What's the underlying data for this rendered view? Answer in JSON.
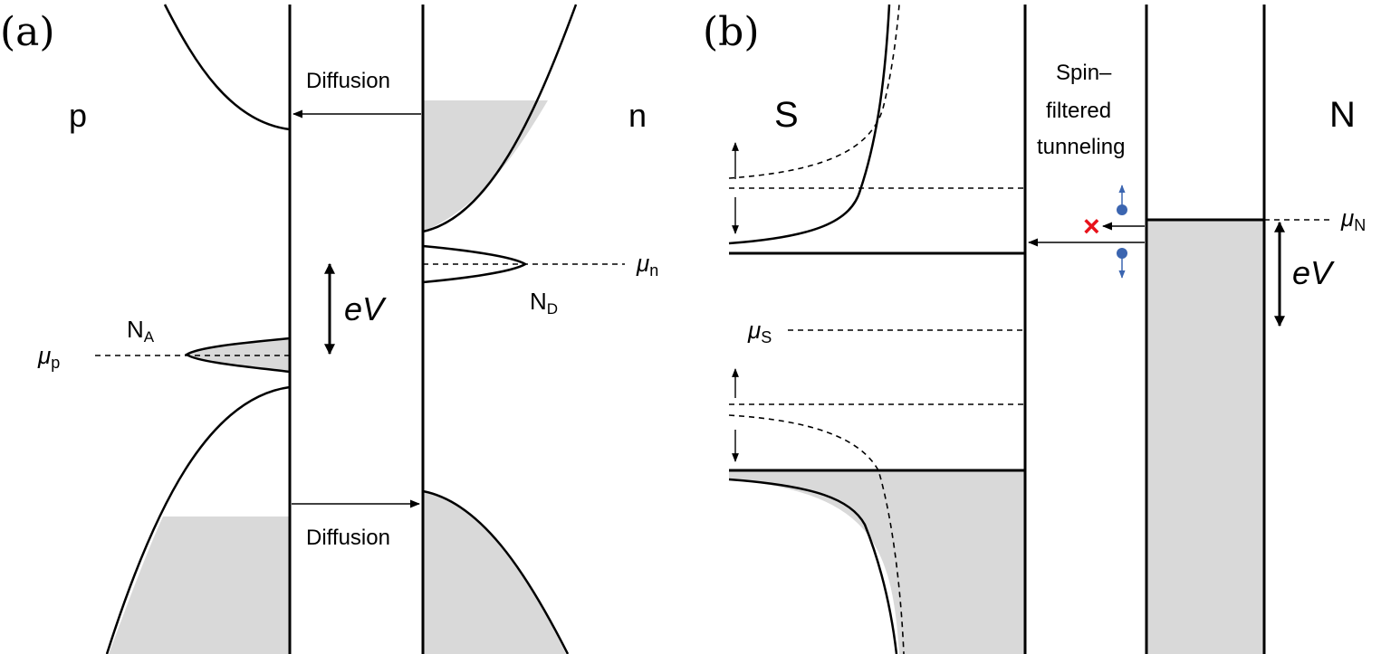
{
  "colors": {
    "line": "#000000",
    "fill": "#d9d9d9",
    "spin": "#3b65b0",
    "cross": "#e8121b"
  },
  "panel_a": {
    "tag": "(a)",
    "p_label": "p",
    "n_label": "n",
    "diffusion_top": "Diffusion",
    "diffusion_bottom": "Diffusion",
    "na_base": "N",
    "na_sub": "A",
    "nd_base": "N",
    "nd_sub": "D",
    "mu_p_sym": "μ",
    "mu_p_sub": "p",
    "mu_n_sym": "μ",
    "mu_n_sub": "n",
    "ev_label": "eV"
  },
  "panel_b": {
    "tag": "(b)",
    "s_label": "S",
    "n_label": "N",
    "tunnel_line1": "Spin–",
    "tunnel_line2": "filtered",
    "tunnel_line3": "tunneling",
    "mu_s_sym": "μ",
    "mu_s_sub": "S",
    "mu_n_sym": "μ",
    "mu_n_sub": "N",
    "ev_label": "eV",
    "cross_mark": "×"
  }
}
